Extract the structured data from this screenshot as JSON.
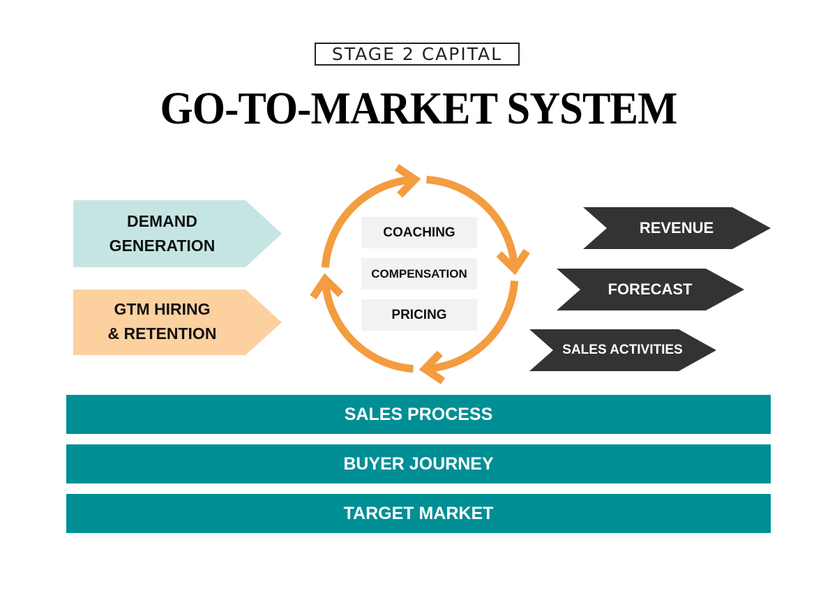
{
  "logo": "STAGE 2 CAPITAL",
  "title": "GO-TO-MARKET SYSTEM",
  "inputs": [
    {
      "line1": "DEMAND",
      "line2": "GENERATION",
      "color": "#c5e5e3"
    },
    {
      "line1": "GTM HIRING",
      "line2": "& RETENTION",
      "color": "#fdd09f"
    }
  ],
  "cycle": {
    "color": "#f39c40",
    "items": [
      "COACHING",
      "COMPENSATION",
      "PRICING"
    ]
  },
  "outputs": [
    "REVENUE",
    "FORECAST",
    "SALES ACTIVITIES"
  ],
  "output_color": "#333333",
  "foundation": [
    "SALES PROCESS",
    "BUYER JOURNEY",
    "TARGET MARKET"
  ],
  "foundation_color": "#008f94"
}
